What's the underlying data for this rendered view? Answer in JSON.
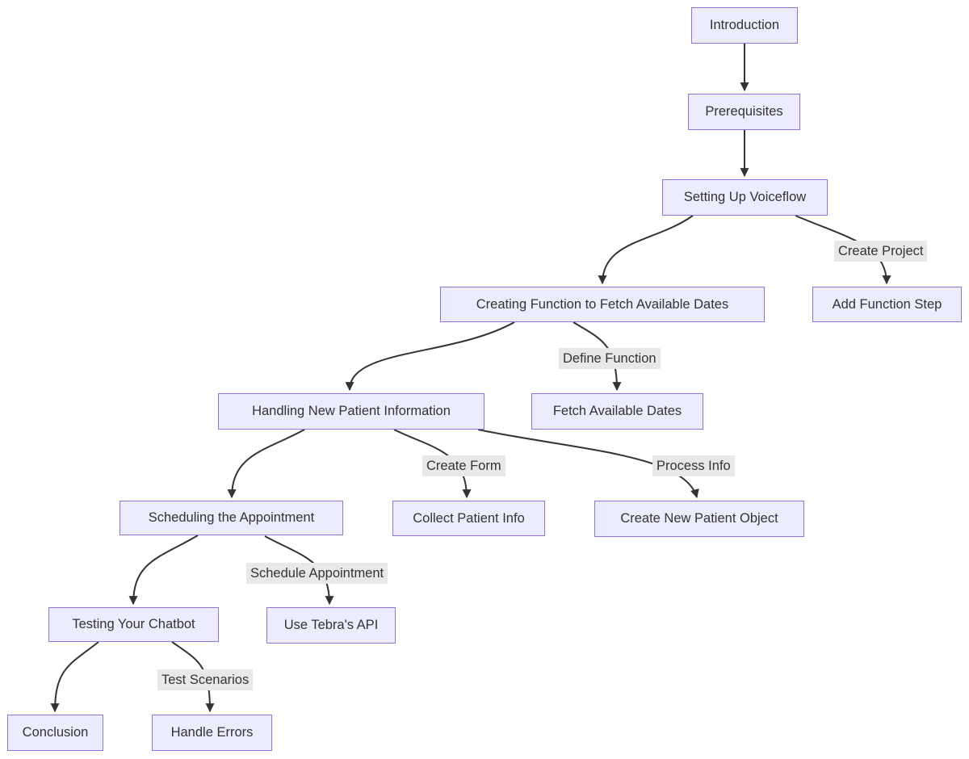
{
  "diagram": {
    "type": "flowchart",
    "direction": "top-down",
    "colors": {
      "background": "#ffffff",
      "node_fill": "#ECECFF",
      "node_border": "#9370DB",
      "node_text": "#333333",
      "edge_stroke": "#333333",
      "edge_label_bg": "#e8e8e8",
      "edge_label_text": "#333333"
    },
    "nodes": [
      {
        "id": "introduction",
        "label": "Introduction"
      },
      {
        "id": "prerequisites",
        "label": "Prerequisites"
      },
      {
        "id": "setting-up-voiceflow",
        "label": "Setting Up Voiceflow"
      },
      {
        "id": "creating-function-to-fetch-available-dates",
        "label": "Creating Function to Fetch Available Dates"
      },
      {
        "id": "add-function-step",
        "label": "Add Function Step"
      },
      {
        "id": "fetch-available-dates",
        "label": "Fetch Available Dates"
      },
      {
        "id": "handling-new-patient-information",
        "label": "Handling New Patient Information"
      },
      {
        "id": "collect-patient-info",
        "label": "Collect Patient Info"
      },
      {
        "id": "create-new-patient-object",
        "label": "Create New Patient Object"
      },
      {
        "id": "scheduling-the-appointment",
        "label": "Scheduling the Appointment"
      },
      {
        "id": "use-tebras-api",
        "label": "Use Tebra's API"
      },
      {
        "id": "testing-your-chatbot",
        "label": "Testing Your Chatbot"
      },
      {
        "id": "conclusion",
        "label": "Conclusion"
      },
      {
        "id": "handle-errors",
        "label": "Handle Errors"
      }
    ],
    "edges": [
      {
        "from": "introduction",
        "to": "prerequisites",
        "label": ""
      },
      {
        "from": "prerequisites",
        "to": "setting-up-voiceflow",
        "label": ""
      },
      {
        "from": "setting-up-voiceflow",
        "to": "creating-function-to-fetch-available-dates",
        "label": ""
      },
      {
        "from": "setting-up-voiceflow",
        "to": "add-function-step",
        "label": "Create Project"
      },
      {
        "from": "creating-function-to-fetch-available-dates",
        "to": "fetch-available-dates",
        "label": "Define Function"
      },
      {
        "from": "creating-function-to-fetch-available-dates",
        "to": "handling-new-patient-information",
        "label": ""
      },
      {
        "from": "handling-new-patient-information",
        "to": "scheduling-the-appointment",
        "label": ""
      },
      {
        "from": "handling-new-patient-information",
        "to": "collect-patient-info",
        "label": "Create Form"
      },
      {
        "from": "handling-new-patient-information",
        "to": "create-new-patient-object",
        "label": "Process Info"
      },
      {
        "from": "scheduling-the-appointment",
        "to": "testing-your-chatbot",
        "label": ""
      },
      {
        "from": "scheduling-the-appointment",
        "to": "use-tebras-api",
        "label": "Schedule Appointment"
      },
      {
        "from": "testing-your-chatbot",
        "to": "conclusion",
        "label": ""
      },
      {
        "from": "testing-your-chatbot",
        "to": "handle-errors",
        "label": "Test Scenarios"
      }
    ]
  }
}
